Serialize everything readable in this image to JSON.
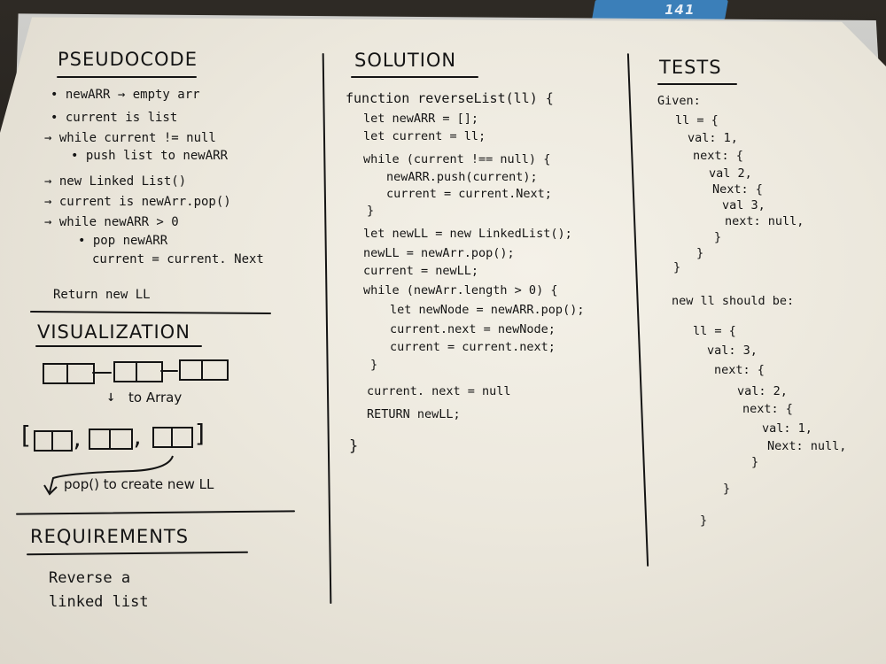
{
  "box": {
    "label": "141"
  },
  "pseudocode": {
    "heading": "PSEUDOCODE",
    "lines": [
      "• newARR → empty arr",
      "• current is list",
      "→ while current != null",
      "• push list to newARR",
      "→ new Linked List()",
      "→ current is newArr.pop()",
      "→ while newARR > 0",
      "• pop newARR",
      "current = current. Next",
      "Return new LL"
    ]
  },
  "visualization": {
    "heading": "VISUALIZATION",
    "arrow_to_array": "to Array",
    "pop_note": "pop() to create new LL",
    "array_chars": [
      "[",
      ",",
      ",",
      "]"
    ]
  },
  "requirements": {
    "heading": "REQUIREMENTS",
    "text_line1": "Reverse a",
    "text_line2": "linked list"
  },
  "solution": {
    "heading": "SOLUTION",
    "lines": [
      "function reverseList(ll) {",
      "let newARR = [];",
      "let current = ll;",
      "while (current !== null) {",
      "newARR.push(current);",
      "current = current.Next;",
      "}",
      "let newLL = new LinkedList();",
      "newLL = newArr.pop();",
      "current = newLL;",
      "while (newArr.length > 0) {",
      "let newNode = newARR.pop();",
      "current.next = newNode;",
      "current = current.next;",
      "}",
      "current. next = null",
      "RETURN newLL;",
      "}"
    ]
  },
  "tests": {
    "heading": "TESTS",
    "given_label": "Given:",
    "given": [
      "ll = {",
      "val: 1,",
      "next: {",
      "val 2,",
      "Next: {",
      "val 3,",
      "next: null,",
      "}",
      "}",
      "}"
    ],
    "expect_label": "new ll should be:",
    "expected": [
      "ll = {",
      "val: 3,",
      "next: {",
      "val: 2,",
      "next: {",
      "val: 1,",
      "Next: null,",
      "}",
      "}",
      "}"
    ]
  }
}
